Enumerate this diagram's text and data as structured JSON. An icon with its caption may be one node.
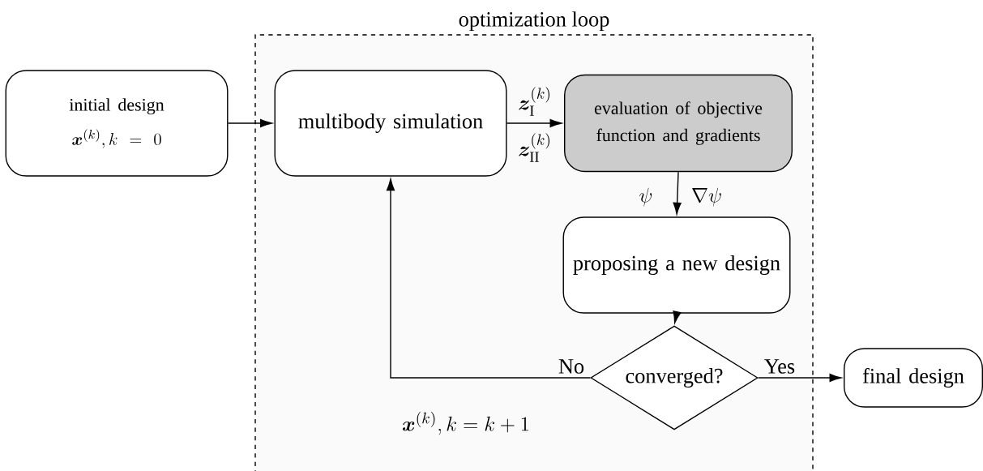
{
  "diagram": {
    "nodes": [
      {
        "text": [
          "optimization loop"
        ]
      },
      {
        "text": [
          "initial design",
          "\\boldsymbol{x}^{(k)}, k=0"
        ]
      },
      {
        "text": [
          "multibody simulation"
        ],
        "in": 0
      },
      {
        "text": [
          "evaluation of objective function and gradients"
        ],
        "in": 0
      },
      {
        "text": [
          "proposing a new design"
        ],
        "in": 0
      },
      {
        "text": [
          "converged?"
        ],
        "in": 0
      },
      {
        "text": [
          "final design"
        ]
      }
    ],
    "edges": [
      {
        "from": 1,
        "to": 2,
        "arrow": "to"
      },
      {
        "from": 2,
        "to": 3,
        "arrow": "to"
      },
      {
        "from": 3,
        "to": 4,
        "arrow": "to"
      },
      {
        "from": 4,
        "to": 5,
        "arrow": "to"
      },
      {
        "from": 5,
        "to": 2,
        "arrow": "to",
        "label": "No"
      },
      {
        "from": 5,
        "to": 6,
        "arrow": "to",
        "label": "Yes"
      }
    ],
    "labels": [
      "\\boldsymbol{z}_{\\mathrm{I}}^{(k)}",
      "\\boldsymbol{z}_{\\mathrm{II}}^{(k)}",
      "\\psi",
      "\\nabla\\psi",
      "\\boldsymbol{x}^{(k)}, k=k+1"
    ]
  }
}
